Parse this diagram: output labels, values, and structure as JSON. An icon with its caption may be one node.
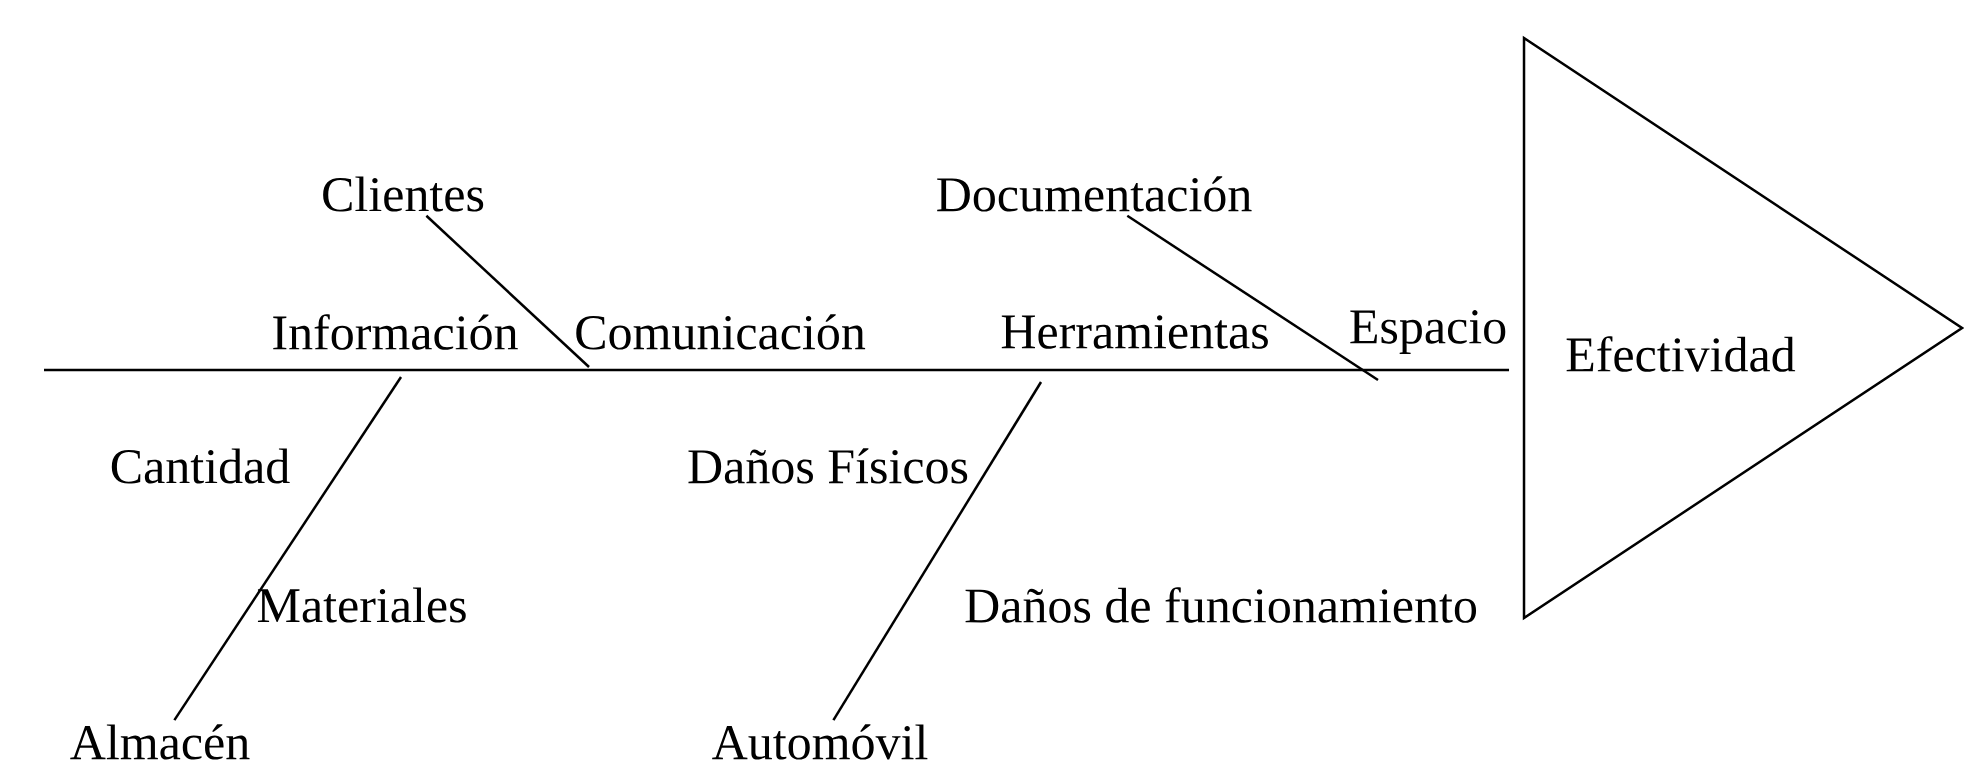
{
  "diagram": {
    "nodes": [
      {
        "text": [
          "Clientes"
        ]
      },
      {
        "text": [
          "Documentación"
        ]
      },
      {
        "text": [
          "Almacén"
        ]
      },
      {
        "text": [
          "Automóvil"
        ]
      },
      {
        "text": [
          "Efectividad"
        ]
      }
    ],
    "edges": [
      {
        "from": 0,
        "to": null,
        "arrow": "none"
      },
      {
        "from": 1,
        "to": null,
        "arrow": "none"
      },
      {
        "from": 2,
        "to": null,
        "arrow": "none"
      },
      {
        "from": 3,
        "to": null,
        "arrow": "none"
      },
      {
        "from": null,
        "to": 4,
        "arrow": "none"
      }
    ],
    "labels": [
      "Información",
      "Comunicación",
      "Herramientas",
      "Espacio",
      "Cantidad",
      "Daños Físicos",
      "Materiales",
      "Daños de funcionamiento"
    ]
  }
}
